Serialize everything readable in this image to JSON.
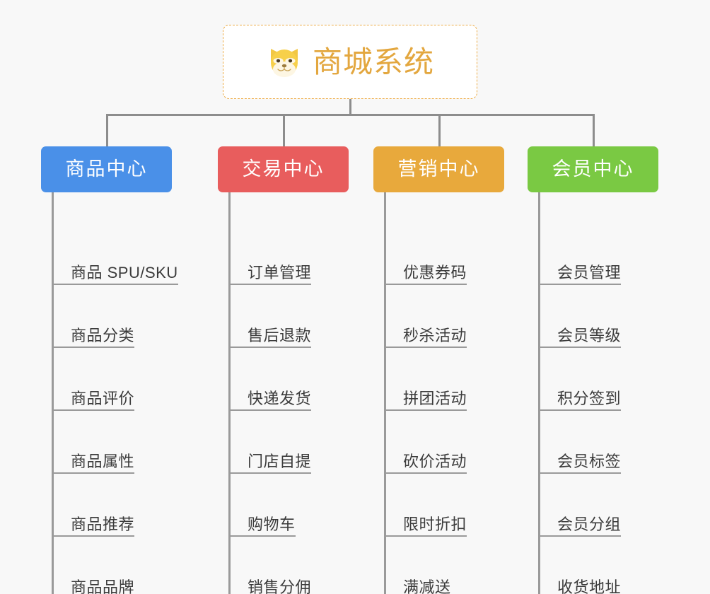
{
  "canvas": {
    "background": "#f8f8f8"
  },
  "root": {
    "title": "商城系统",
    "icon": "shiba-dog-emoji",
    "text_color": "#e3a73f",
    "border_color": "#edab44",
    "background": "#ffffff"
  },
  "connector_color": "#8d8d8d",
  "branches": [
    {
      "label": "商品中心",
      "color": "#4a90e8",
      "leaves": [
        "商品 SPU/SKU",
        "商品分类",
        "商品评价",
        "商品属性",
        "商品推荐",
        "商品品牌"
      ]
    },
    {
      "label": "交易中心",
      "color": "#e85d5d",
      "leaves": [
        "订单管理",
        "售后退款",
        "快递发货",
        "门店自提",
        "购物车",
        "销售分佣"
      ]
    },
    {
      "label": "营销中心",
      "color": "#e8a93c",
      "leaves": [
        "优惠券码",
        "秒杀活动",
        "拼团活动",
        "砍价活动",
        "限时折扣",
        "满减送"
      ]
    },
    {
      "label": "会员中心",
      "color": "#7ac943",
      "leaves": [
        "会员管理",
        "会员等级",
        "积分签到",
        "会员标签",
        "会员分组",
        "收货地址"
      ]
    }
  ]
}
